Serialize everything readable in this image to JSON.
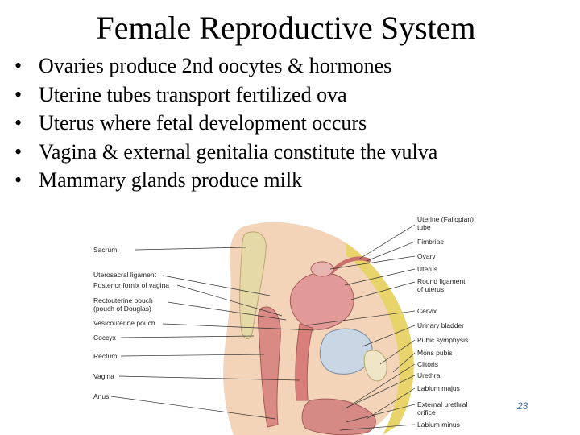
{
  "slide": {
    "title": "Female Reproductive System",
    "bullets": [
      "Ovaries produce 2nd oocytes & hormones",
      "Uterine tubes transport fertilized ova",
      "Uterus where fetal development occurs",
      "Vagina & external genitalia constitute the vulva",
      "Mammary glands produce milk"
    ],
    "bullet_symbol": "•",
    "page_number": "23"
  },
  "figure": {
    "left_labels": [
      "Sacrum",
      "Uterosacral ligament",
      "Posterior fornix of vagina",
      "Rectouterine pouch",
      "(pouch of Douglas)",
      "Vesicouterine pouch",
      "Coccyx",
      "Rectum",
      "Vagina",
      "Anus"
    ],
    "right_labels": [
      "Uterine (Fallopian)",
      "tube",
      "Fimbriae",
      "Ovary",
      "Uterus",
      "Round ligament",
      "of uterus",
      "Cervix",
      "Urinary bladder",
      "Pubic symphysis",
      "Mons pubis",
      "Clitoris",
      "Urethra",
      "Labium majus",
      "External urethral",
      "orifice",
      "Labium minus"
    ]
  }
}
